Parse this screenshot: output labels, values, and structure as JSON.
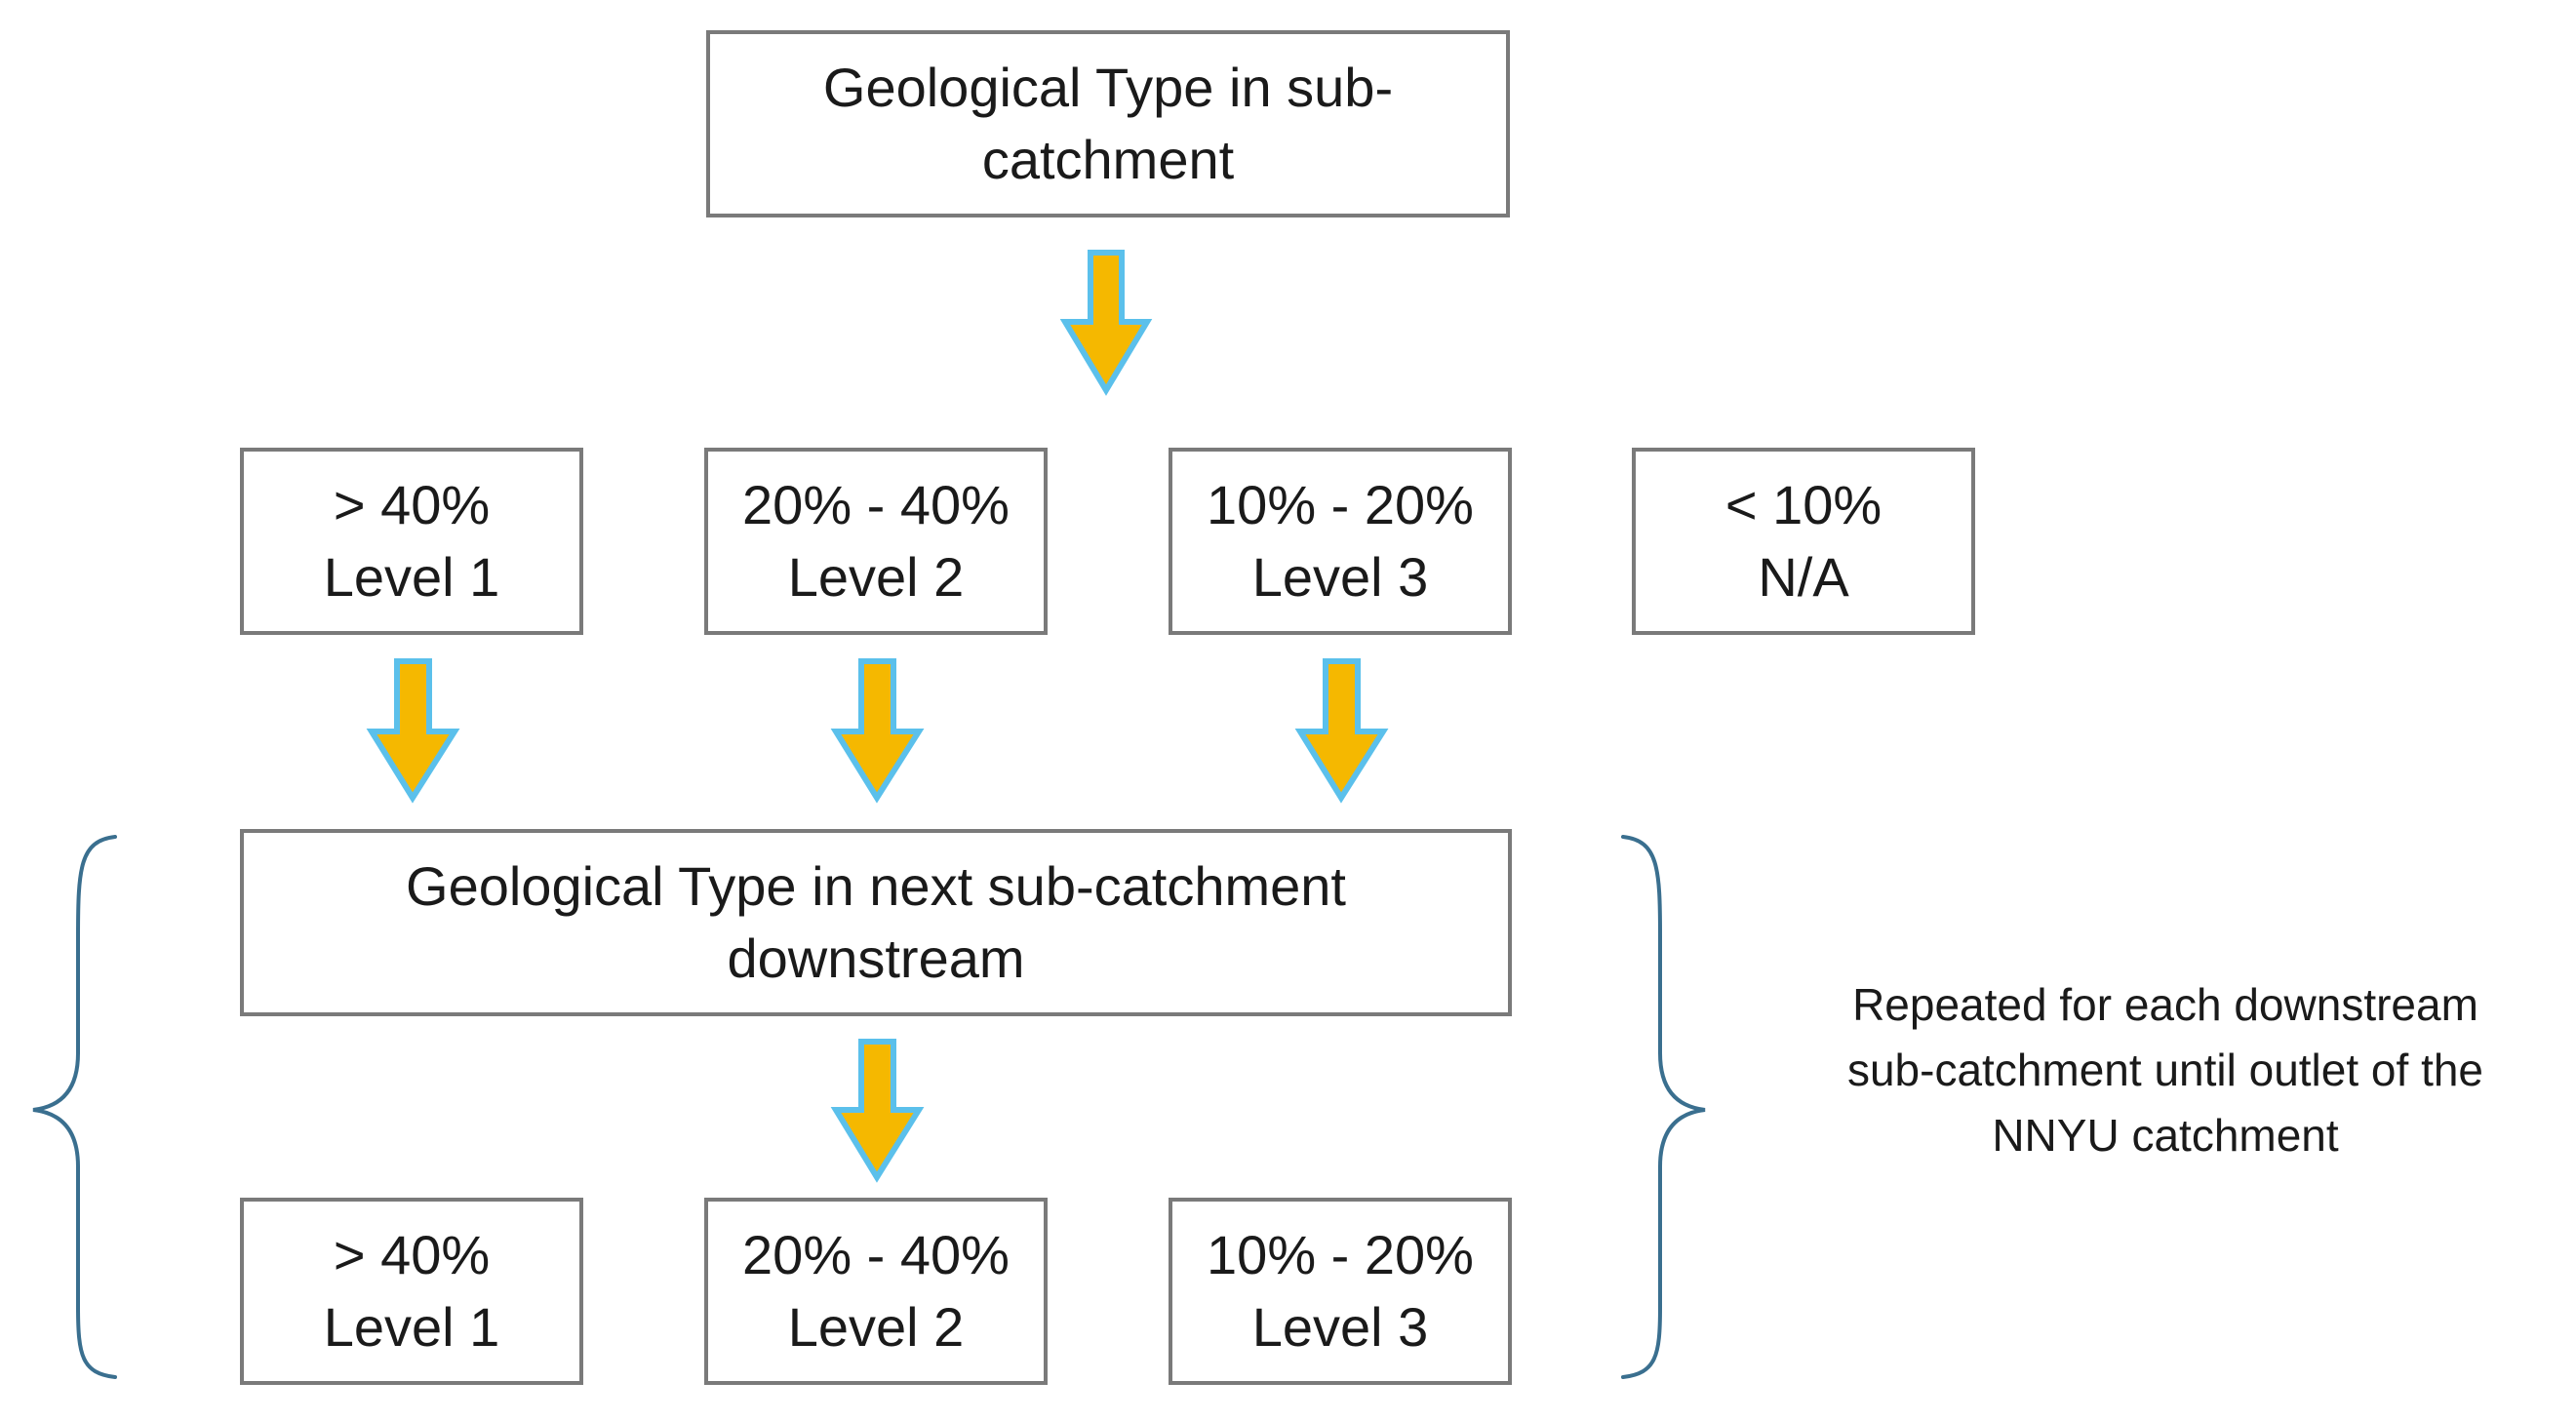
{
  "colors": {
    "box_border": "#7a7a7a",
    "arrow_fill": "#f5b800",
    "arrow_stroke": "#5bc0eb",
    "brace": "#3a6f8f"
  },
  "top": {
    "line1": "Geological Type in sub-",
    "line2": "catchment"
  },
  "level_boxes": [
    {
      "range": "> 40%",
      "level": "Level 1"
    },
    {
      "range": "20% - 40%",
      "level": "Level 2"
    },
    {
      "range": "10% - 20%",
      "level": "Level 3"
    },
    {
      "range": "< 10%",
      "level": "N/A"
    }
  ],
  "next": {
    "line1": "Geological Type in next sub-catchment",
    "line2": "downstream"
  },
  "bottom_boxes": [
    {
      "range": "> 40%",
      "level": "Level 1"
    },
    {
      "range": "20% - 40%",
      "level": "Level 2"
    },
    {
      "range": "10% - 20%",
      "level": "Level 3"
    }
  ],
  "note": {
    "line1": "Repeated for each downstream",
    "line2": "sub-catchment until outlet of the",
    "line3": "NNYU catchment"
  }
}
